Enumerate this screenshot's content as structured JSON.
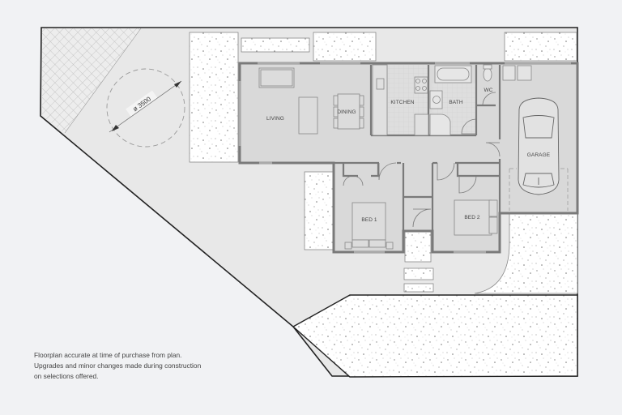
{
  "plan": {
    "rooms": [
      {
        "id": "living",
        "label": "LIVING"
      },
      {
        "id": "dining",
        "label": "DINING"
      },
      {
        "id": "kitchen",
        "label": "KITCHEN"
      },
      {
        "id": "bath",
        "label": "BATH"
      },
      {
        "id": "wc",
        "label": "WC"
      },
      {
        "id": "garage",
        "label": "GARAGE"
      },
      {
        "id": "bed1",
        "label": "BED 1"
      },
      {
        "id": "bed2",
        "label": "BED 2"
      }
    ],
    "turning_circle": {
      "label": "ø 3500"
    }
  },
  "colors": {
    "background": "#f1f2f4",
    "lot": "#e8e8e8",
    "floor": "#d9d9d9",
    "wall": "#7a7a7a",
    "boundary": "#222222",
    "garden": "#ffffff"
  },
  "disclaimer": {
    "lines": [
      "Floorplan accurate at time of purchase from plan.",
      "Upgrades and minor changes made during construction",
      "on selections offered."
    ]
  }
}
